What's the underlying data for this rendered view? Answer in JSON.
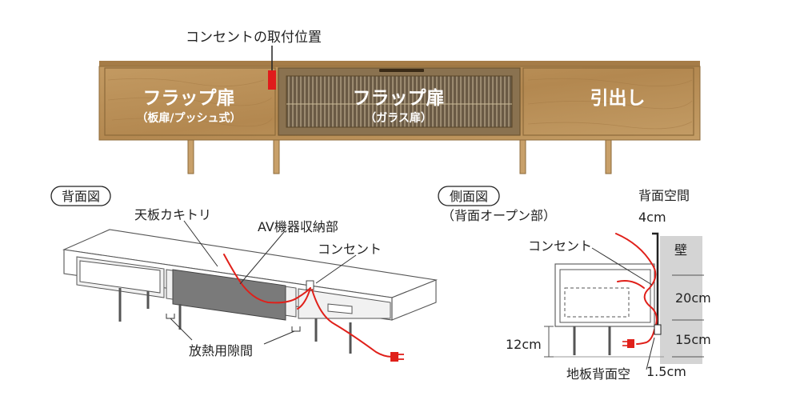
{
  "front_view": {
    "outlet_position_label": "コンセントの取付位置",
    "sections": [
      {
        "title": "フラップ扉",
        "subtitle": "（板扉/プッシュ式）"
      },
      {
        "title": "フラップ扉",
        "subtitle": "（ガラス扉）"
      },
      {
        "title": "引出し"
      }
    ]
  },
  "back_view": {
    "badge": "背面図",
    "labels": {
      "top_cutout": "天板カキトリ",
      "av_storage": "AV機器収納部",
      "outlet": "コンセント",
      "vent_gap": "放熱用隙間"
    }
  },
  "side_view": {
    "badge": "側面図",
    "subtitle": "（背面オープン部）",
    "labels": {
      "back_space_title": "背面空間",
      "back_space_value": "4cm",
      "outlet": "コンセント",
      "wall": "壁",
      "dim_20": "20cm",
      "dim_15": "15cm",
      "dim_12": "12cm",
      "floor_back_gap": "地板背面空",
      "floor_back_gap_value": "1.5cm"
    }
  },
  "colors": {
    "wood": "#b88f58",
    "wood_dark": "#8d6a3a",
    "outlet_red": "#e01b1b",
    "cable_red": "#e0201a",
    "wall_gray": "#d4d4d4",
    "panel_gray": "#7a7a7a"
  }
}
